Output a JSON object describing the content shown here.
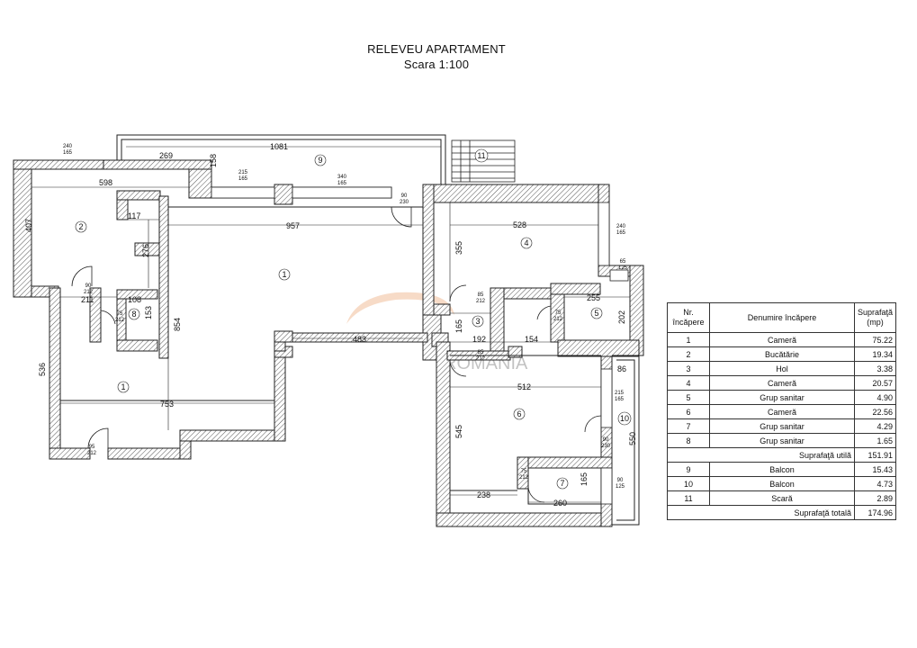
{
  "title": {
    "line1": "RELEVEU APARTAMENT",
    "line2": "Scara 1:100"
  },
  "rooms": [
    {
      "label": "1"
    },
    {
      "label": "2"
    },
    {
      "label": "9"
    },
    {
      "label": "11"
    },
    {
      "label": "4"
    },
    {
      "label": "3"
    },
    {
      "label": "5"
    },
    {
      "label": "6"
    },
    {
      "label": "7"
    },
    {
      "label": "8"
    },
    {
      "label": "10"
    },
    {
      "label": "1"
    }
  ],
  "dimensions": [
    "598",
    "407",
    "117",
    "276",
    "108",
    "153",
    "211",
    "536",
    "753",
    "957",
    "854",
    "483",
    "1081",
    "269",
    "158",
    "528",
    "355",
    "255",
    "202",
    "192",
    "165",
    "154",
    "512",
    "86",
    "545",
    "550",
    "238",
    "260",
    "165"
  ],
  "openings": [
    "240",
    "165",
    "215",
    "165",
    "340",
    "165",
    "90",
    "230",
    "90",
    "212",
    "75",
    "212",
    "240",
    "165",
    "65",
    "125",
    "85",
    "212",
    "75",
    "212",
    "85",
    "212",
    "215",
    "165",
    "90",
    "230",
    "75",
    "212",
    "90",
    "125",
    "95",
    "212"
  ],
  "watermark": "ROMANIA",
  "legend": {
    "headers": {
      "nr": "Nr. încăpere",
      "name": "Denumire încăpere",
      "area": "Suprafaţă (mp)"
    },
    "rows": [
      {
        "nr": "1",
        "name": "Cameră",
        "area": "75.22"
      },
      {
        "nr": "2",
        "name": "Bucătărie",
        "area": "19.34"
      },
      {
        "nr": "3",
        "name": "Hol",
        "area": "3.38"
      },
      {
        "nr": "4",
        "name": "Cameră",
        "area": "20.57"
      },
      {
        "nr": "5",
        "name": "Grup sanitar",
        "area": "4.90"
      },
      {
        "nr": "6",
        "name": "Cameră",
        "area": "22.56"
      },
      {
        "nr": "7",
        "name": "Grup sanitar",
        "area": "4.29"
      },
      {
        "nr": "8",
        "name": "Grup sanitar",
        "area": "1.65"
      }
    ],
    "useful_label": "Suprafaţă utilă",
    "useful_value": "151.91",
    "rows2": [
      {
        "nr": "9",
        "name": "Balcon",
        "area": "15.43"
      },
      {
        "nr": "10",
        "name": "Balcon",
        "area": "4.73"
      },
      {
        "nr": "11",
        "name": "Scară",
        "area": "2.89"
      }
    ],
    "total_label": "Suprafaţă totală",
    "total_value": "174.96"
  }
}
